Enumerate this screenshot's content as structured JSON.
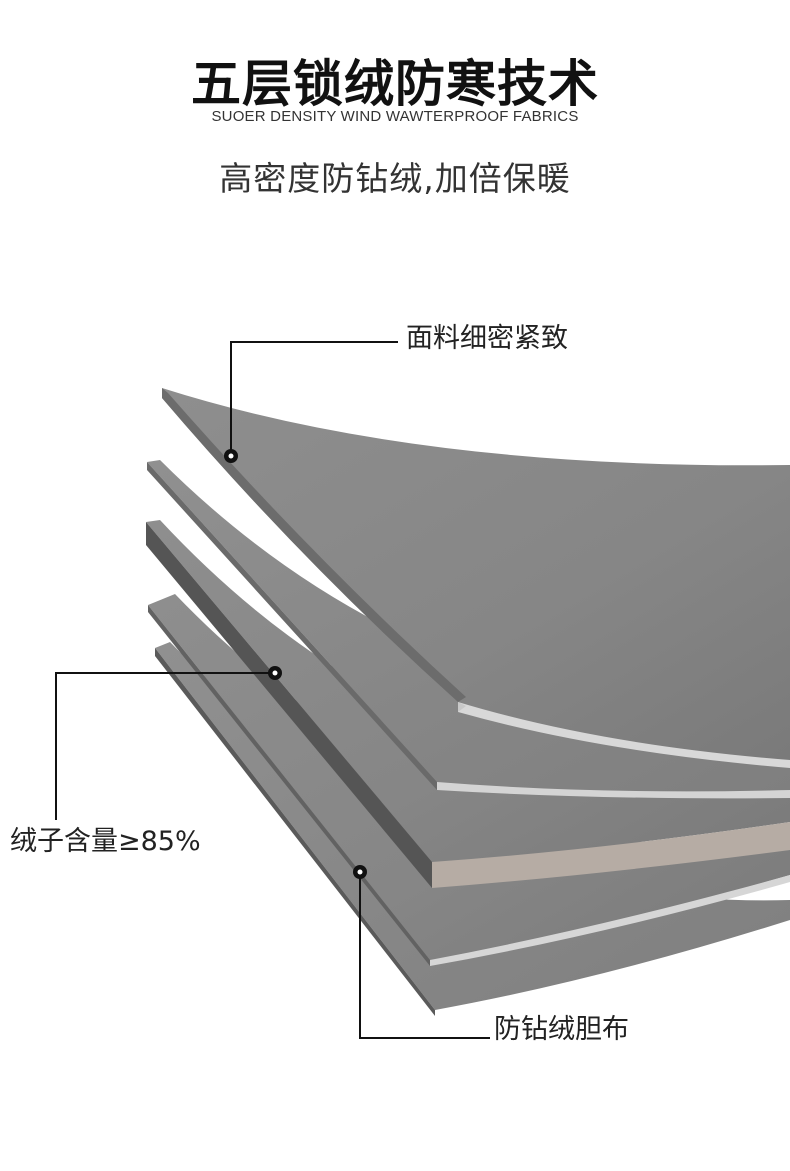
{
  "header": {
    "title": "五层锁绒防寒技术",
    "subtitle_en": "SUOER DENSITY WIND WAWTERPROOF FABRICS",
    "tagline": "高密度防钻绒,加倍保暖"
  },
  "diagram": {
    "callouts": [
      {
        "id": "outer-fabric",
        "label": "面料细密紧致"
      },
      {
        "id": "down-content",
        "label": "绒子含量≥85%"
      },
      {
        "id": "lining",
        "label": "防钻绒胆布"
      }
    ],
    "layer_count": 5,
    "colors": {
      "layer_face": "#8a8a8a",
      "layer_face_dark": "#7c7c7c",
      "layer_edge": "#5e5e5e",
      "layer_edge_light": "#d0d0d0",
      "down_layer_edge": "#b8aca2",
      "leader_line": "#111111"
    }
  }
}
